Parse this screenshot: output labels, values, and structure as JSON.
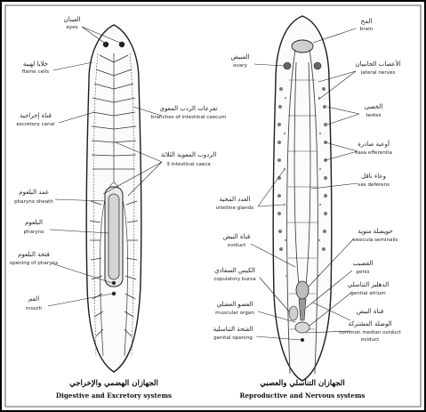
{
  "labels": {
    "left": [
      {
        "ar": "العينان",
        "en": "eyes"
      },
      {
        "ar": "خلايا لهبية",
        "en": "flame cells"
      },
      {
        "ar": "قناة إخراجية",
        "en": "excretory canal"
      },
      {
        "ar": "تفرعات الردب المعوي",
        "en": "branches of intestinal caecum"
      },
      {
        "ar": "الردوب المعوية الثلاثة",
        "en": "3 intestinal caeca"
      },
      {
        "ar": "غمد البلعوم",
        "en": "pharynx sheath"
      },
      {
        "ar": "البلعوم",
        "en": "pharynx"
      },
      {
        "ar": "فتحة البلعوم",
        "en": "opening of pharynx"
      },
      {
        "ar": "الفم",
        "en": "mouth"
      }
    ],
    "right": [
      {
        "ar": "المخ",
        "en": "brain"
      },
      {
        "ar": "المبيض",
        "en": "ovary"
      },
      {
        "ar": "الأعصاب الجانبيان",
        "en": "lateral nerves"
      },
      {
        "ar": "الخصى",
        "en": "testes"
      },
      {
        "ar": "أوعية صادرة",
        "en": "vasa efferentia"
      },
      {
        "ar": "وعاء ناقل",
        "en": "vas deferens"
      },
      {
        "ar": "الغدد المحية",
        "en": "vitelline glands"
      },
      {
        "ar": "حويصلة منوية",
        "en": "vesicula seminalis"
      },
      {
        "ar": "قناة البيض",
        "en": "oviduct"
      },
      {
        "ar": "القضيب",
        "en": "penis"
      },
      {
        "ar": "الكيس السفادي",
        "en": "copulatory bursa"
      },
      {
        "ar": "الدهليز التناسلي",
        "en": "genital atrium"
      },
      {
        "ar": "العضو العضلي",
        "en": "muscular organ"
      },
      {
        "ar": "قناة البيض",
        "en": "oviduct"
      },
      {
        "ar": "الوصلة المشتركة",
        "en": "common median oviduct"
      },
      {
        "ar": "الفتحة التناسلية",
        "en": "genital opening"
      }
    ]
  },
  "captions": {
    "left_ar": "الجهازان الهضمي والإخراجي",
    "left_en": "Digestive and Excretory systems",
    "right_ar": "الجهازان التناسلي والعصبي",
    "right_en": "Reproductive and Nervous systems"
  }
}
